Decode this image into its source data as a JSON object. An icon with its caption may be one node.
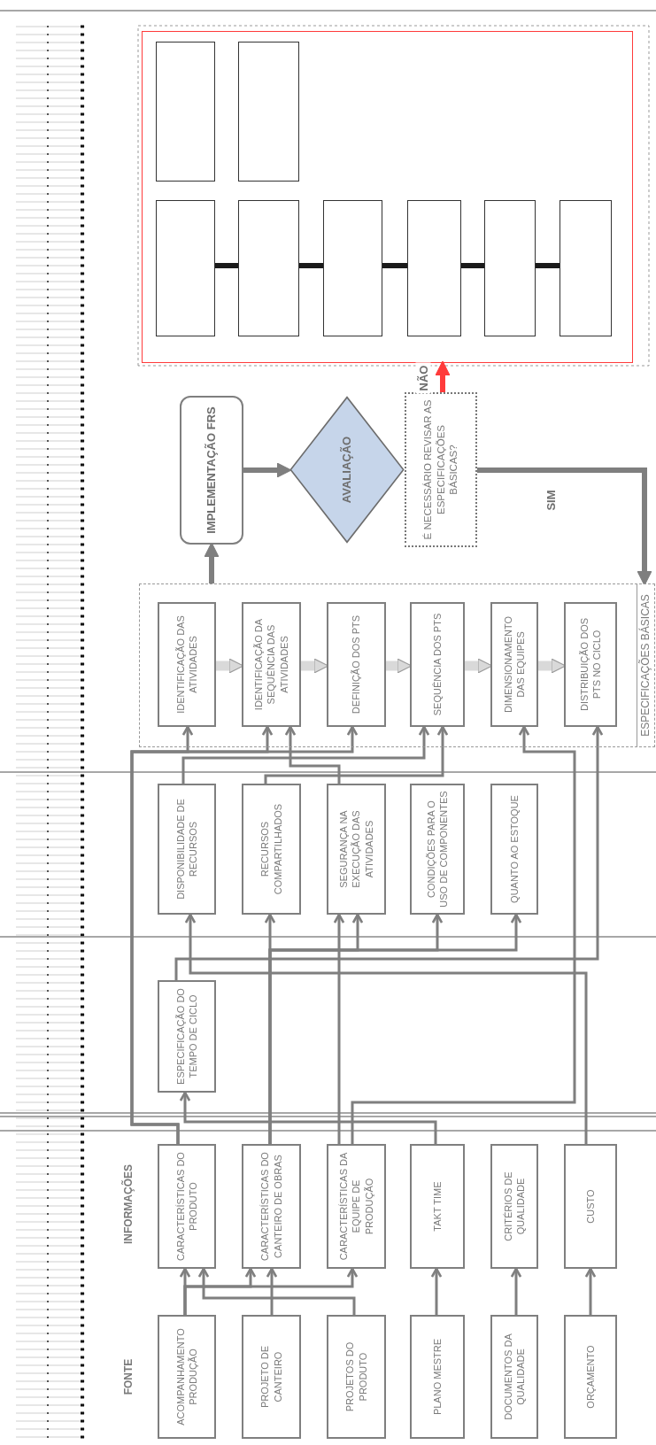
{
  "diagram": {
    "nodes": [
      {
        "text": [
          "ACOMPANHAMENTO PRODUÇÃO"
        ]
      },
      {
        "text": [
          "PROJETO DE CANTEIRO"
        ]
      },
      {
        "text": [
          "PROJETOS DO PRODUTO"
        ]
      },
      {
        "text": [
          "PLANO MESTRE"
        ]
      },
      {
        "text": [
          "DOCUMENTOS DA QUALIDADE"
        ]
      },
      {
        "text": [
          "ORÇAMENTO"
        ]
      },
      {
        "text": [
          "CARACTERÍSTICAS DO PRODUTO"
        ]
      },
      {
        "text": [
          "CARACTERÍSTICAS DO CANTEIRO DE OBRAS"
        ]
      },
      {
        "text": [
          "CARACTERÍSTICAS DA EQUIPE DE PRODUÇÃO"
        ]
      },
      {
        "text": [
          "TAKT TIME"
        ]
      },
      {
        "text": [
          "CRITÉRIOS DE QUALIDADE"
        ]
      },
      {
        "text": [
          "CUSTO"
        ]
      },
      {
        "text": [
          "ESPECIFICAÇÃO DO TEMPO DE CICLO"
        ]
      },
      {
        "text": [
          "DISPONIBILIDADE DE RECURSOS"
        ]
      },
      {
        "text": [
          "RECURSOS COMPARTILHADOS"
        ]
      },
      {
        "text": [
          "SEGURANÇA NA EXECUÇÃO DAS ATIVIDADES"
        ]
      },
      {
        "text": [
          "CONDIÇÕES PARA O USO DE COMPONENTES"
        ]
      },
      {
        "text": [
          "QUANTO AO ESTOQUE"
        ]
      },
      {
        "text": [
          "ESPECIFICAÇÕES BÁSICAS"
        ]
      },
      {
        "text": [
          "IDENTIFICAÇÃO DAS ATIVIDADES"
        ],
        "in": 18
      },
      {
        "text": [
          "IDENTIFICAÇÃO DA SEQUÊNCIA DAS ATIVIDADES"
        ],
        "in": 18
      },
      {
        "text": [
          "DEFINIÇÃO DOS PTS"
        ],
        "in": 18
      },
      {
        "text": [
          "SEQUÊNCIA DOS PTS"
        ],
        "in": 18
      },
      {
        "text": [
          "DIMENSIONAMENTO DAS EQUIPES"
        ],
        "in": 18
      },
      {
        "text": [
          "DISTRIBUIÇÃO DOS PTS NO CICLO"
        ],
        "in": 18
      },
      {
        "text": [
          "IMPLEMENTAÇÃO FRS"
        ]
      },
      {
        "text": [
          "AVALIAÇÃO"
        ]
      },
      {
        "text": [
          "É NECESSÁRIO REVISAR AS ESPECIFICAÇÕES BÁSICAS?"
        ]
      },
      {
        "text": [],
        "shape": "box"
      },
      {
        "text": [],
        "shape": "box",
        "in": 28
      },
      {
        "text": [],
        "shape": "box",
        "in": 28
      },
      {
        "text": [],
        "shape": "box",
        "in": 28
      },
      {
        "text": [],
        "shape": "box",
        "in": 28
      },
      {
        "text": [],
        "shape": "box",
        "in": 28
      },
      {
        "text": [],
        "shape": "box",
        "in": 28
      },
      {
        "text": [],
        "shape": "box",
        "in": 28
      },
      {
        "text": [],
        "shape": "box",
        "in": 28
      }
    ],
    "edges": [
      {
        "from": 0,
        "to": 6,
        "arrow": "to"
      },
      {
        "from": 0,
        "to": 7,
        "arrow": "to"
      },
      {
        "from": 0,
        "to": 8,
        "arrow": "to"
      },
      {
        "from": 2,
        "to": 6,
        "arrow": "to"
      },
      {
        "from": 1,
        "to": 7,
        "arrow": "to"
      },
      {
        "from": 3,
        "to": 9,
        "arrow": "to"
      },
      {
        "from": 4,
        "to": 10,
        "arrow": "to"
      },
      {
        "from": 5,
        "to": 11,
        "arrow": "to"
      },
      {
        "from": 6,
        "to": 19,
        "arrow": "to"
      },
      {
        "from": 6,
        "to": 20,
        "arrow": "to"
      },
      {
        "from": 6,
        "to": 21,
        "arrow": "to"
      },
      {
        "from": 7,
        "to": 14,
        "arrow": "to"
      },
      {
        "from": 7,
        "to": 15,
        "arrow": "to"
      },
      {
        "from": 7,
        "to": 16,
        "arrow": "to"
      },
      {
        "from": 7,
        "to": 17,
        "arrow": "to"
      },
      {
        "from": 8,
        "to": 15,
        "arrow": "to"
      },
      {
        "from": 8,
        "to": 23,
        "arrow": "to"
      },
      {
        "from": 9,
        "to": 12,
        "arrow": "to"
      },
      {
        "from": 11,
        "to": 13,
        "arrow": "to"
      },
      {
        "from": 12,
        "to": 24,
        "arrow": "to"
      },
      {
        "from": 13,
        "to": 22,
        "arrow": "to"
      },
      {
        "from": 14,
        "to": 22,
        "arrow": "to"
      },
      {
        "from": 15,
        "to": 20,
        "arrow": "to"
      },
      {
        "from": 19,
        "to": 20,
        "arrow": "to",
        "style": "thick",
        "color": "#d9d9d9"
      },
      {
        "from": 20,
        "to": 21,
        "arrow": "to",
        "style": "thick",
        "color": "#d9d9d9"
      },
      {
        "from": 21,
        "to": 22,
        "arrow": "to",
        "style": "thick",
        "color": "#d9d9d9"
      },
      {
        "from": 22,
        "to": 23,
        "arrow": "to",
        "style": "thick",
        "color": "#d9d9d9"
      },
      {
        "from": 23,
        "to": 24,
        "arrow": "to",
        "style": "thick",
        "color": "#d9d9d9"
      },
      {
        "from": 18,
        "to": 25,
        "arrow": "to",
        "style": "thick"
      },
      {
        "from": 25,
        "to": 26,
        "arrow": "to",
        "style": "thick"
      },
      {
        "from": 27,
        "to": 18,
        "arrow": "to",
        "style": "thick",
        "label": "SIM"
      },
      {
        "from": 27,
        "to": 28,
        "arrow": "to",
        "style": "thick",
        "color": "#ff3b3b",
        "label": "NÃO"
      },
      {
        "from": 29,
        "to": 30,
        "arrow": "none",
        "style": "thick",
        "color": "#1a1a1a"
      },
      {
        "from": 30,
        "to": 31,
        "arrow": "none",
        "style": "thick",
        "color": "#1a1a1a"
      },
      {
        "from": 31,
        "to": 32,
        "arrow": "none",
        "style": "thick",
        "color": "#1a1a1a"
      },
      {
        "from": 32,
        "to": 33,
        "arrow": "none",
        "style": "thick",
        "color": "#1a1a1a"
      },
      {
        "from": 33,
        "to": 34,
        "arrow": "none",
        "style": "thick",
        "color": "#1a1a1a"
      }
    ],
    "labels": [
      "FONTE",
      "INFORMAÇÕES"
    ]
  }
}
